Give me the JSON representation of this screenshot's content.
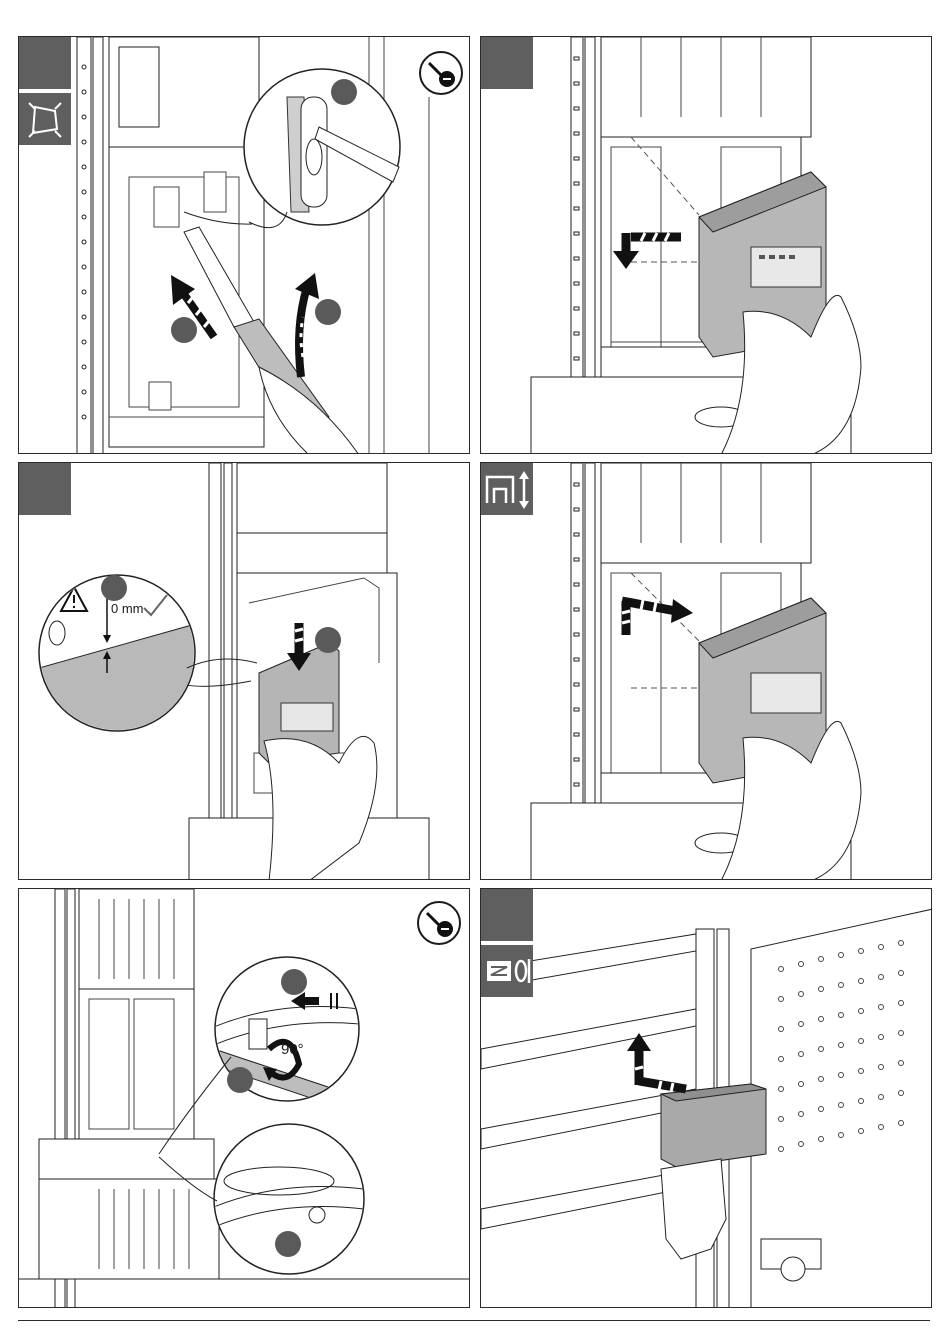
{
  "document": {
    "panels": [
      {
        "id": "p1",
        "callouts": []
      },
      {
        "id": "p2",
        "callouts": []
      },
      {
        "id": "p3",
        "callouts": [
          {
            "text": "0 mm"
          }
        ]
      },
      {
        "id": "p4",
        "callouts": []
      },
      {
        "id": "p5",
        "callouts": [
          {
            "text": "90°"
          }
        ]
      },
      {
        "id": "p6",
        "callouts": []
      }
    ],
    "icons": {
      "screwdriver": "screwdriver-flat-icon",
      "warning": "warning-triangle-icon",
      "remove_module": "module-remove-icon",
      "height_adjust": "height-adjust-icon",
      "rail_lock": "rail-lock-icon"
    },
    "colors": {
      "tab_gray": "#5f5f5f",
      "module_gray": "#b4b4b4",
      "hand_white": "#ffffff",
      "line_dark": "#1a1a1a"
    }
  }
}
